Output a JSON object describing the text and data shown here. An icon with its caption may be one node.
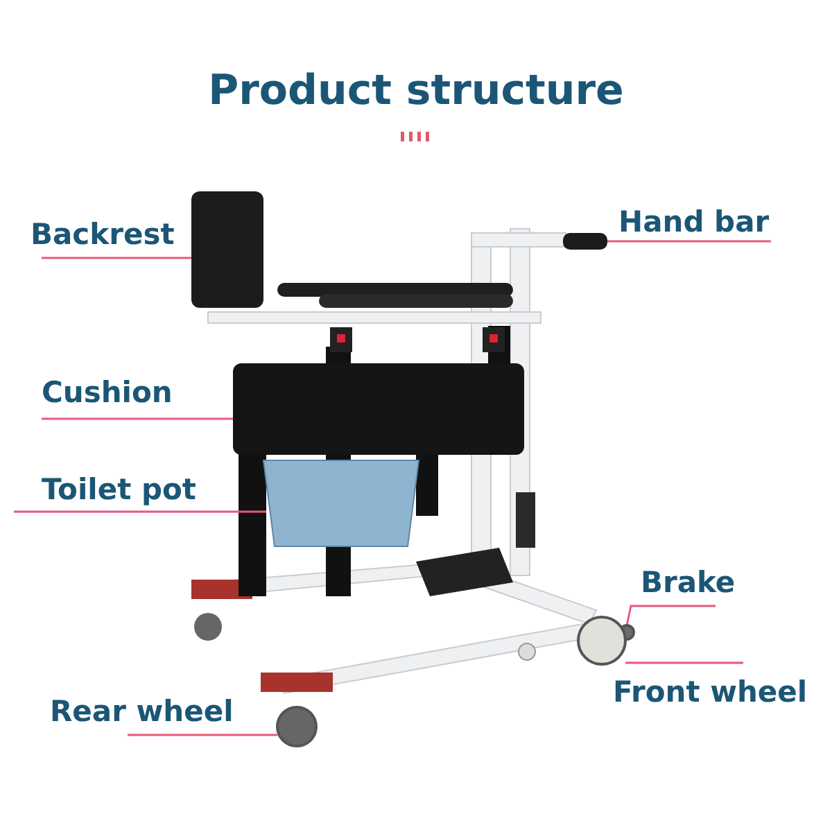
{
  "diagram": {
    "title": "Product structure",
    "nodes": [
      {
        "text": [
          "Backrest"
        ]
      },
      {
        "text": [
          "Hand bar"
        ]
      },
      {
        "text": [
          "Cushion"
        ]
      },
      {
        "text": [
          "Toilet pot"
        ]
      },
      {
        "text": [
          "Brake"
        ]
      },
      {
        "text": [
          "Rear wheel"
        ]
      },
      {
        "text": [
          "Front wheel"
        ]
      },
      {
        "text": [],
        "shape": "box"
      },
      {
        "text": [],
        "shape": "bar"
      },
      {
        "text": [],
        "shape": "box"
      },
      {
        "text": [],
        "shape": "cylinder"
      },
      {
        "text": [],
        "shape": "circle"
      },
      {
        "text": [],
        "shape": "circle"
      },
      {
        "text": [],
        "shape": "circle"
      }
    ],
    "edges": [
      {
        "from": 0,
        "to": 7,
        "arrow": "none"
      },
      {
        "from": 1,
        "to": 8,
        "arrow": "none"
      },
      {
        "from": 2,
        "to": 9,
        "arrow": "none"
      },
      {
        "from": 3,
        "to": 10,
        "arrow": "none"
      },
      {
        "from": 4,
        "to": 11,
        "arrow": "none"
      },
      {
        "from": 5,
        "to": 12,
        "arrow": "none"
      },
      {
        "from": 6,
        "to": 13,
        "arrow": "none"
      }
    ]
  }
}
